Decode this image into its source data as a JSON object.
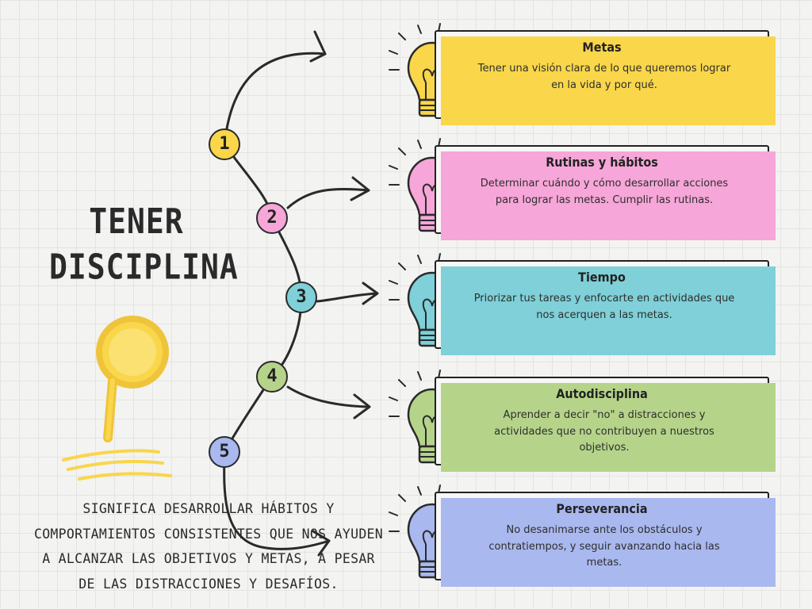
{
  "title_lines": [
    "TENER",
    "DISCIPLINA"
  ],
  "description": "SIGNIFICA DESARROLLAR HÁBITOS Y COMPORTAMIENTOS CONSISTENTES QUE NOS AYUDEN A ALCANZAR LAS OBJETIVOS Y METAS, A PESAR DE LAS DISTRACCIONES Y DESAFÍOS.",
  "steps": [
    {
      "number": "1",
      "title": "Metas",
      "body": "Tener una visión clara de lo que queremos lograr en la vida y  por qué.",
      "color": "#f9d64a",
      "icon": "lightbulb-icon"
    },
    {
      "number": "2",
      "title": "Rutinas y hábitos",
      "body": "Determinar cuándo y cómo desarrollar acciones para lograr las metas. Cumplir las rutinas.",
      "color": "#f6a6d8",
      "icon": "lightbulb-icon"
    },
    {
      "number": "3",
      "title": "Tiempo",
      "body": "Priorizar tus tareas y enfocarte en actividades que nos acerquen a las metas.",
      "color": "#7fd0d8",
      "icon": "lightbulb-icon"
    },
    {
      "number": "4",
      "title": "Autodisciplina",
      "body": "Aprender a decir \"no\" a distracciones y actividades que no contribuyen a nuestros objetivos.",
      "color": "#b5d48a",
      "icon": "lightbulb-icon"
    },
    {
      "number": "5",
      "title": "Perseverancia",
      "body": "No desanimarse ante los obstáculos y contratiempos, y seguir avanzando hacia las metas.",
      "color": "#a9b8ee",
      "icon": "lightbulb-icon"
    }
  ],
  "decoration": {
    "magnifier_color": "#f9d64a",
    "icon": "magnifier-icon"
  }
}
